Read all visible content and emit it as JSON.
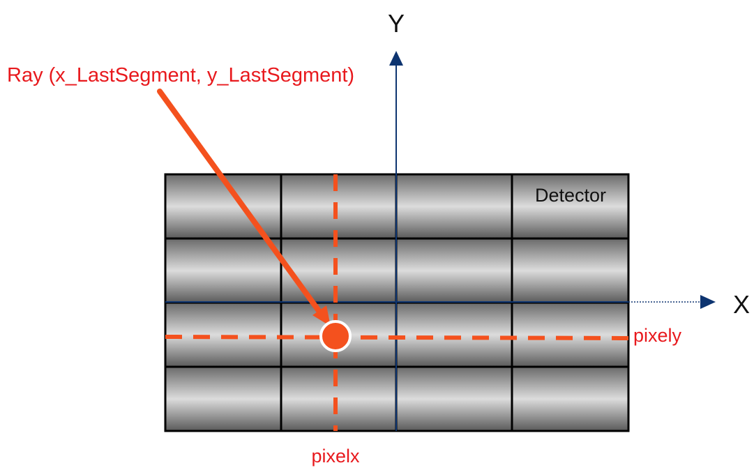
{
  "labels": {
    "y_axis": "Y",
    "x_axis": "X",
    "ray": "Ray (x_LastSegment, y_LastSegment)",
    "detector": "Detector",
    "pixel_x": "pixelx",
    "pixel_y": "pixely"
  },
  "colors": {
    "axis": "#0d3470",
    "ray": "#f4511e",
    "ray_label": "#e8191d",
    "grid_line": "#000000",
    "text": "#111111"
  },
  "detector_grid": {
    "columns": 4,
    "rows": 4
  }
}
